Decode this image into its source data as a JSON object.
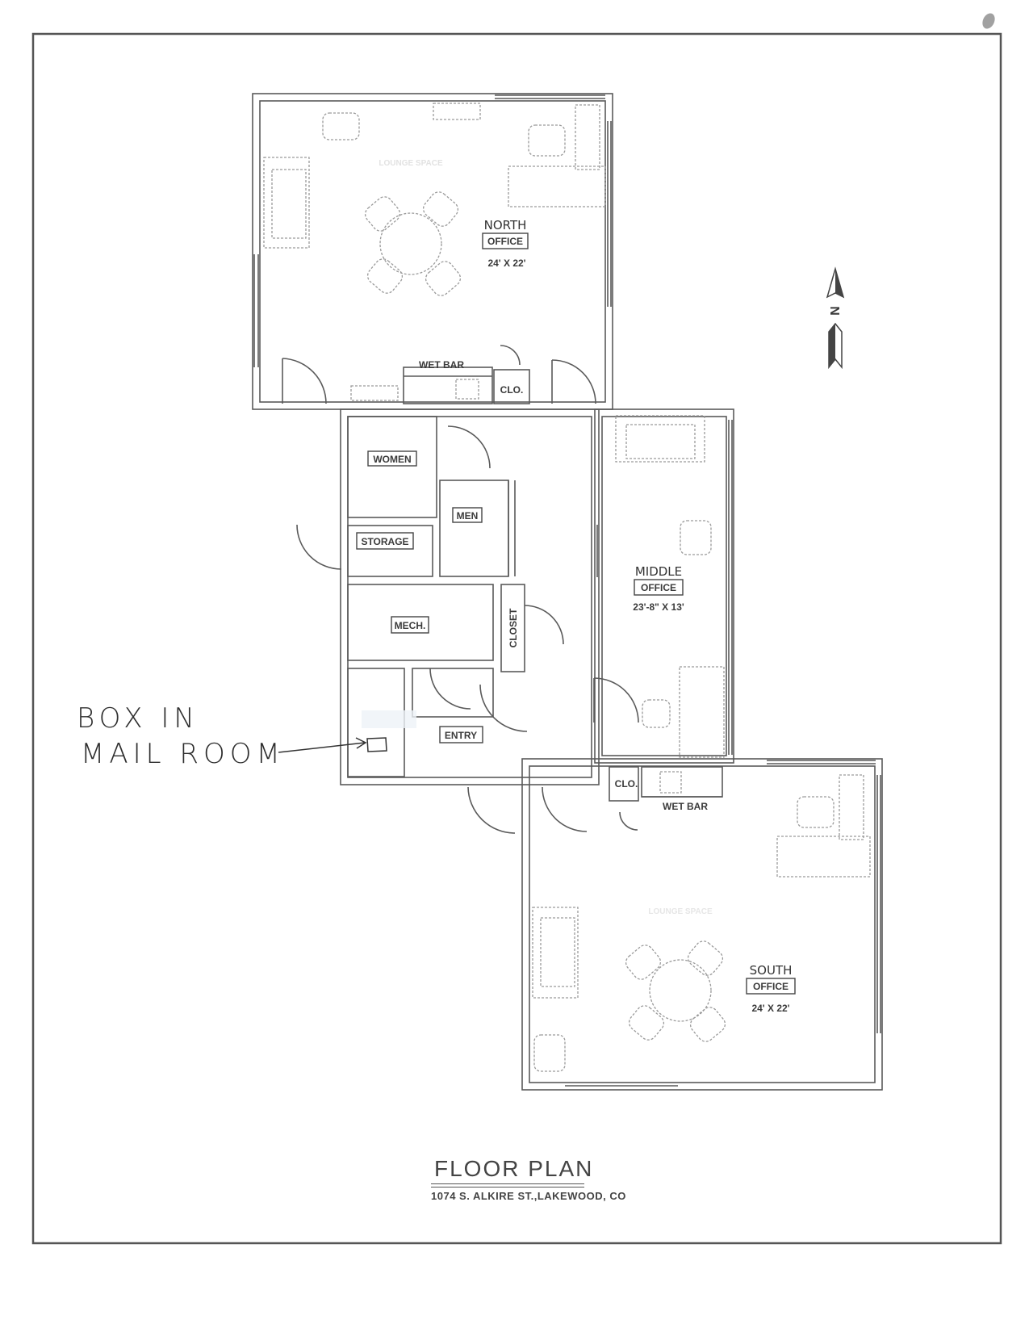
{
  "document": {
    "title": "FLOOR PLAN",
    "address": "1074 S. ALKIRE ST.,LAKEWOOD, CO"
  },
  "compass": {
    "label": "N",
    "icon": "north-arrow-icon"
  },
  "rooms": {
    "north_office": {
      "name": "NORTH",
      "label": "OFFICE",
      "dimensions": "24' X 22'",
      "faint_label": "LOUNGE SPACE"
    },
    "middle_office": {
      "name": "MIDDLE",
      "label": "OFFICE",
      "dimensions": "23'-8\" X 13'"
    },
    "south_office": {
      "name": "SOUTH",
      "label": "OFFICE",
      "dimensions": "24' X 22'",
      "faint_label": "LOUNGE SPACE"
    },
    "women": {
      "label": "WOMEN"
    },
    "men": {
      "label": "MEN"
    },
    "storage": {
      "label": "STORAGE"
    },
    "mech": {
      "label": "MECH."
    },
    "closet": {
      "label": "CLOSET"
    },
    "entry": {
      "label": "ENTRY"
    },
    "north_wet_bar": {
      "label": "WET BAR"
    },
    "north_clo": {
      "label": "CLO."
    },
    "south_wet_bar": {
      "label": "WET BAR"
    },
    "south_clo": {
      "label": "CLO."
    }
  },
  "annotation": {
    "line1": "BOX IN",
    "line2": "MAIL ROOM"
  },
  "colors": {
    "line": "#555555",
    "furniture": "#9a9a9a",
    "text": "#3b3b3b"
  }
}
